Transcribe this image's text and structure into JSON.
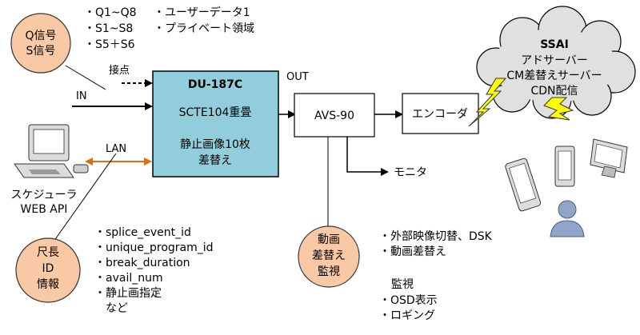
{
  "q_signal": {
    "lines": [
      "Q信号",
      "S信号"
    ]
  },
  "q_list": [
    "・Q1~Q8",
    "・S1~S8",
    "・S5＋S6"
  ],
  "user_list": [
    "・ユーザーデータ1",
    "・プライベート領域"
  ],
  "label_contact": "接点",
  "label_in": "IN",
  "label_lan": "LAN",
  "label_out": "OUT",
  "du": {
    "title": "DU-187C",
    "line1": "SCTE104重畳",
    "line2": "静止画像10枚",
    "line3": "差替え"
  },
  "avs": {
    "label": "AVS-90"
  },
  "encoder": {
    "label": "エンコーダ"
  },
  "monitor": {
    "label": "モニタ"
  },
  "ssai": {
    "title": "SSAI",
    "line1": "アドサーバー",
    "line2": "CM差替えサーバー",
    "line3": "CDN配信"
  },
  "scheduler": {
    "line1": "スケジューラ",
    "line2": "WEB API"
  },
  "id_info": {
    "lines": [
      "尺長",
      "ID",
      "情報"
    ]
  },
  "id_list": [
    "・splice_event_id",
    "・unique_program_id",
    "・break_duration",
    "・avail_num",
    "・静止画指定",
    "　など"
  ],
  "anim": {
    "lines": [
      "動画",
      "差替え",
      "監視"
    ]
  },
  "anim_list": [
    "・外部映像切替、DSK",
    "・動画差替え"
  ],
  "monitor_list": [
    "監視",
    "・OSD表示",
    "・ロギング"
  ],
  "colors": {
    "circle": "#f8c9a4",
    "du_box": "#92cddc",
    "lan_arrow": "#e46c0a",
    "bolt": "#ffff00",
    "cloud": "#e0e0e0"
  }
}
